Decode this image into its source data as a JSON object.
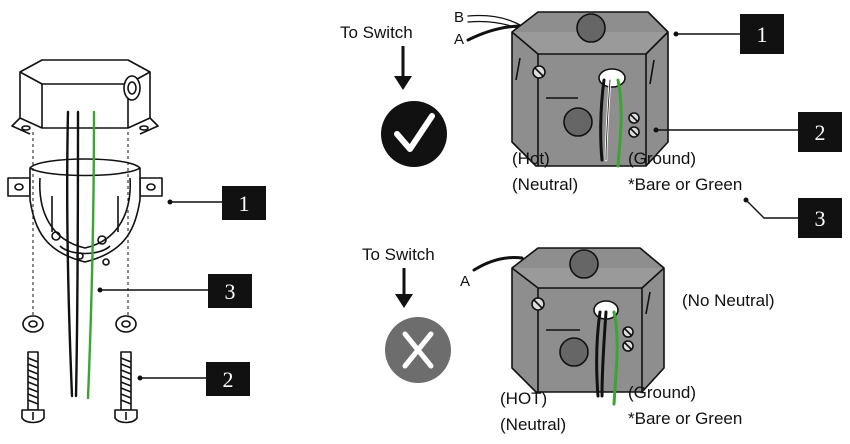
{
  "diagram": {
    "colors": {
      "black": "#111111",
      "box_gray": "#8e8e8e",
      "box_dark": "#6f6f6f",
      "hole_gray": "#666666",
      "green_wire": "#3aa535",
      "ok_badge": "#111111",
      "no_badge": "#6d6d6d",
      "callout_box": "#111111",
      "callout_text": "#ffffff"
    },
    "callouts_left": [
      "1",
      "3",
      "2"
    ],
    "top_panel": {
      "to_switch": "To Switch",
      "wire_label_b": "B",
      "wire_label_a": "A",
      "status_icon": "checkmark-icon",
      "hot_label": "(Hot)",
      "neutral_label": "(Neutral)",
      "ground_label": "(Ground)",
      "ground_note": "*Bare or Green",
      "callouts": [
        "1",
        "2",
        "3"
      ]
    },
    "bottom_panel": {
      "to_switch": "To Switch",
      "wire_label_a": "A",
      "status_icon": "x-icon",
      "no_neutral_label": "(No Neutral)",
      "hot_label": "(HOT)",
      "neutral_label": "(Neutral)",
      "ground_label": "(Ground)",
      "ground_note": "*Bare or Green"
    }
  }
}
